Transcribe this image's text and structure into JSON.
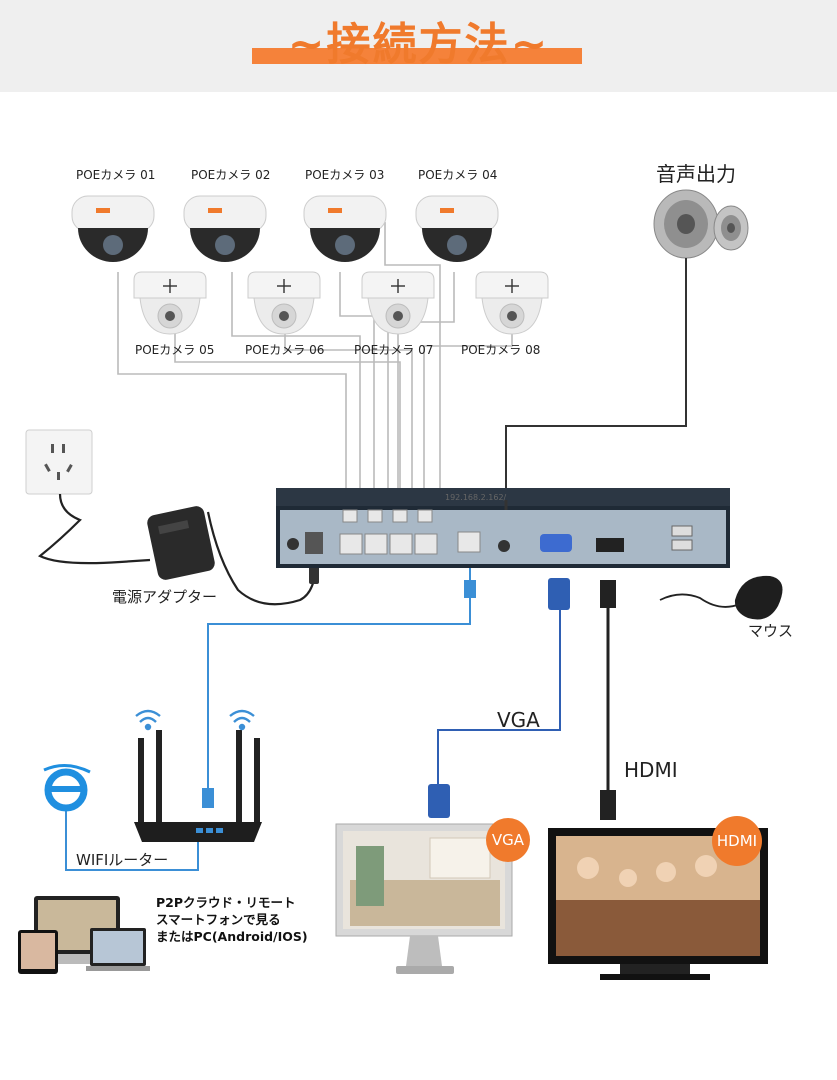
{
  "header": {
    "title": "~接続方法~"
  },
  "cameras": {
    "top": [
      {
        "label": "POEカメラ 01"
      },
      {
        "label": "POEカメラ 02"
      },
      {
        "label": "POEカメラ 03"
      },
      {
        "label": "POEカメラ 04"
      }
    ],
    "bottom": [
      {
        "label": "POEカメラ 05"
      },
      {
        "label": "POEカメラ 06"
      },
      {
        "label": "POEカメラ 07"
      },
      {
        "label": "POEカメラ 08"
      }
    ]
  },
  "audio": {
    "label": "音声出力"
  },
  "nvr": {
    "ip": "192.168.2.162/"
  },
  "power": {
    "label": "電源アダプター"
  },
  "mouse": {
    "label": "マウス"
  },
  "vga": {
    "cable_label": "VGA",
    "monitor_badge": "VGA"
  },
  "hdmi": {
    "cable_label": "HDMI",
    "monitor_badge": "HDMI"
  },
  "router": {
    "label": "WIFIルーター"
  },
  "p2p": {
    "lines": [
      "P2Pクラウド・リモート",
      "スマートフォンで見る",
      "またはPC(Android/IOS)"
    ]
  },
  "colors": {
    "accent": "#f07a2c",
    "lan_cable": "#3b8fd6",
    "vga_blue": "#2f5fb3",
    "nvr_body": "#1f2a36"
  }
}
